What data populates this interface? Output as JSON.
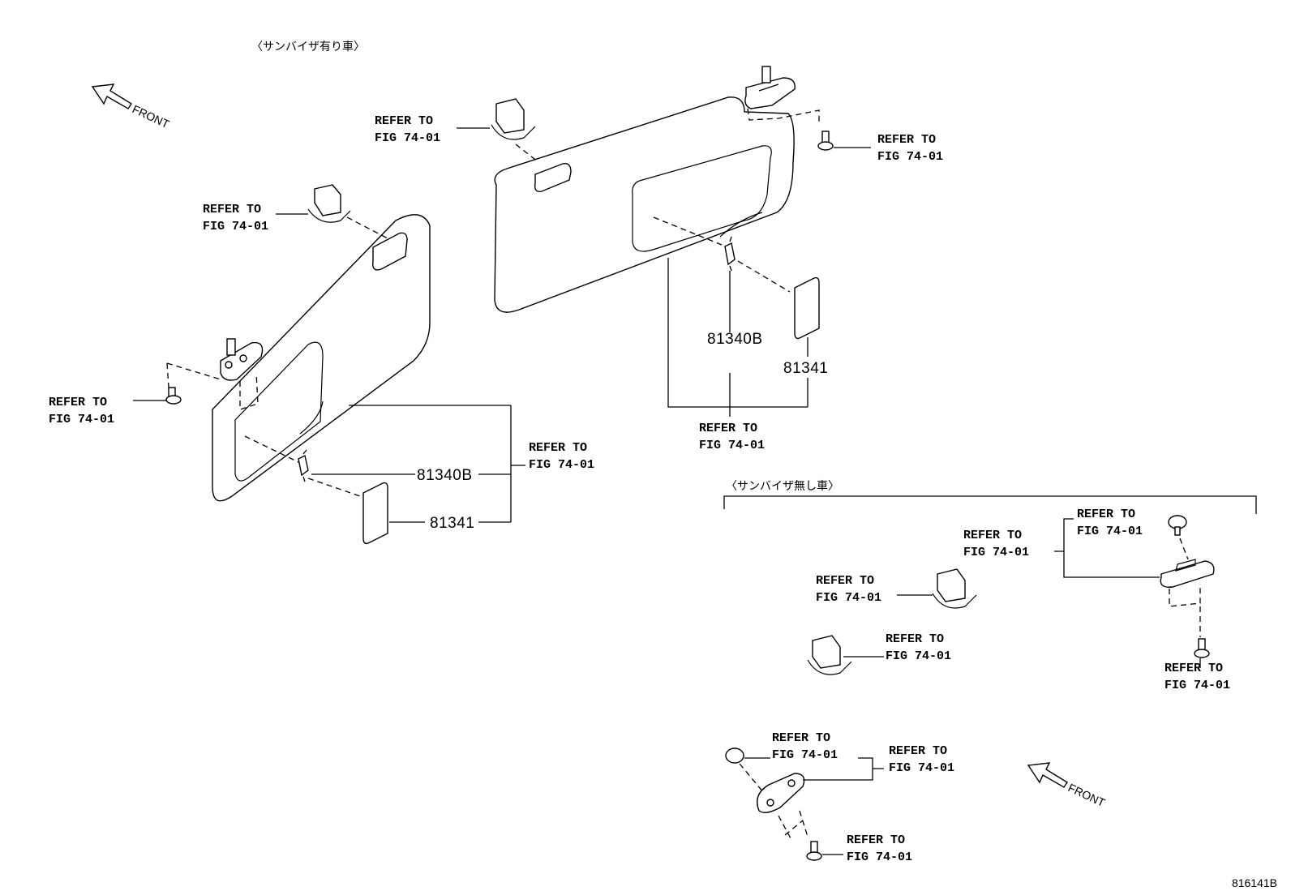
{
  "headers": {
    "with_visor": "〈サンバイザ有り車〉",
    "without_visor": "〈サンバイザ無し車〉"
  },
  "front_label": "FRONT",
  "refer": {
    "line1": "REFER TO",
    "line2": "FIG 74-01"
  },
  "parts": {
    "lamp": "81340B",
    "mirror_cover": "81341"
  },
  "figure_code": "816141B"
}
